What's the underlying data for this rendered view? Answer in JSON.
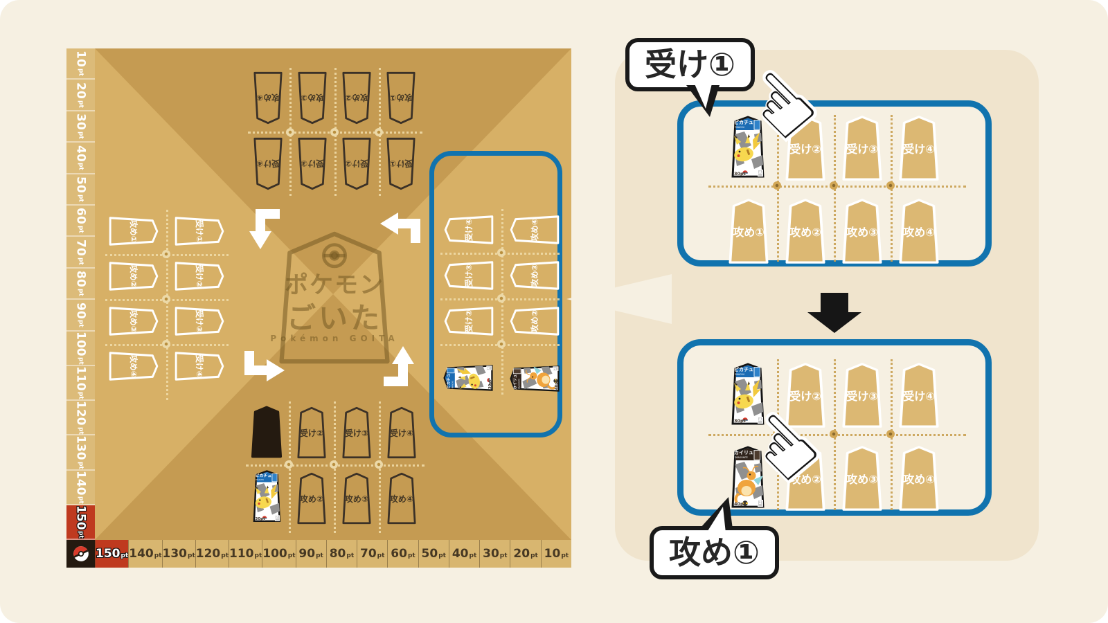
{
  "colors": {
    "accent_blue": "#1173ae",
    "score_red": "#bf3a1f",
    "board_tan": "#d7b066",
    "board_tan_dark": "#c59b52",
    "panel_beige": "#f0e4cd",
    "page_cream": "#f6f0e2",
    "slot_tan": "#dcb873"
  },
  "board": {
    "left_scale": [
      {
        "num": "10",
        "unit": "pt"
      },
      {
        "num": "20",
        "unit": "pt"
      },
      {
        "num": "30",
        "unit": "pt"
      },
      {
        "num": "40",
        "unit": "pt"
      },
      {
        "num": "50",
        "unit": "pt"
      },
      {
        "num": "60",
        "unit": "pt"
      },
      {
        "num": "70",
        "unit": "pt"
      },
      {
        "num": "80",
        "unit": "pt"
      },
      {
        "num": "90",
        "unit": "pt"
      },
      {
        "num": "100",
        "unit": "pt"
      },
      {
        "num": "110",
        "unit": "pt"
      },
      {
        "num": "120",
        "unit": "pt"
      },
      {
        "num": "130",
        "unit": "pt"
      },
      {
        "num": "140",
        "unit": "pt"
      },
      {
        "num": "150",
        "unit": "pt",
        "cls": "red"
      }
    ],
    "bottom_scale": [
      {
        "num": "150",
        "unit": "pt",
        "cls": "red"
      },
      {
        "num": "140",
        "unit": "pt"
      },
      {
        "num": "130",
        "unit": "pt"
      },
      {
        "num": "120",
        "unit": "pt"
      },
      {
        "num": "110",
        "unit": "pt"
      },
      {
        "num": "100",
        "unit": "pt"
      },
      {
        "num": "90",
        "unit": "pt"
      },
      {
        "num": "80",
        "unit": "pt"
      },
      {
        "num": "70",
        "unit": "pt"
      },
      {
        "num": "60",
        "unit": "pt"
      },
      {
        "num": "50",
        "unit": "pt"
      },
      {
        "num": "40",
        "unit": "pt"
      },
      {
        "num": "30",
        "unit": "pt"
      },
      {
        "num": "20",
        "unit": "pt"
      },
      {
        "num": "10",
        "unit": "pt"
      }
    ],
    "top_player": {
      "attack_row": [
        "攻め④",
        "攻め③",
        "攻め②",
        "攻め①"
      ],
      "receive_row": [
        "受け④",
        "受け③",
        "受け②",
        "受け①"
      ]
    },
    "left_player": {
      "attack_col": [
        "攻め①",
        "攻め②",
        "攻め③",
        "攻め④"
      ],
      "receive_col": [
        "受け①",
        "受け②",
        "受け③",
        "受け④"
      ]
    },
    "right_player": {
      "receive_col": [
        "受け④",
        "受け③",
        "受け②"
      ],
      "attack_col": [
        "攻め④",
        "攻め③",
        "攻め②"
      ]
    },
    "bottom_player": {
      "receive_row": [
        "受け②",
        "受け③",
        "受け④"
      ],
      "attack_row": [
        "攻め②",
        "攻め③",
        "攻め④"
      ]
    },
    "logo": {
      "line1": "ポケモン",
      "line2": "ごいた",
      "subtitle": "Pokémon GOITA"
    }
  },
  "detail": {
    "bubble_receive": "受け①",
    "bubble_attack": "攻め①",
    "step1": {
      "receive_row": [
        "受け②",
        "受け③",
        "受け④"
      ],
      "attack_row": [
        "攻め①",
        "攻め②",
        "攻め③",
        "攻め④"
      ]
    },
    "step2": {
      "receive_row": [
        "受け②",
        "受け③",
        "受け④"
      ],
      "attack_row": [
        "攻め②",
        "攻め③",
        "攻め④"
      ]
    }
  },
  "cards": {
    "pikachu": {
      "name": "ピカチュウ",
      "subname": "PIKACHU",
      "points": "30pt",
      "corner_tag": "A"
    },
    "dragonite": {
      "name": "カイリュー",
      "subname": "DRAGONITE",
      "points": "40pt",
      "corner_tag": "2"
    }
  }
}
